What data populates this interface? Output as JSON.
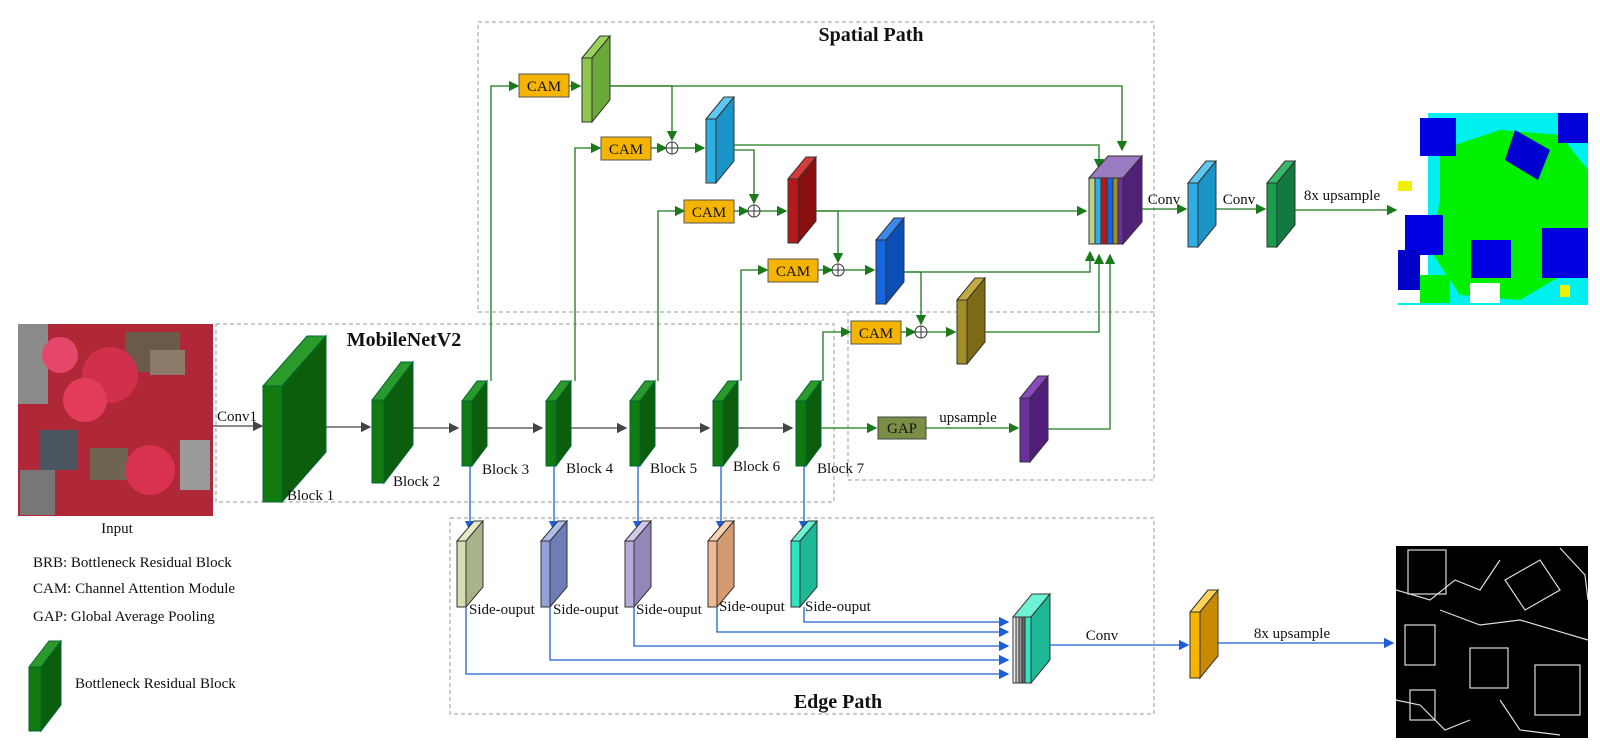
{
  "titles": {
    "spatial_path": "Spatial Path",
    "mobilenet": "MobileNetV2",
    "edge_path": "Edge Path"
  },
  "input": {
    "label": "Input"
  },
  "backbone": {
    "conv1": "Conv1",
    "blocks": [
      "Block 1",
      "Block 2",
      "Block 3",
      "Block 4",
      "Block 5",
      "Block 6",
      "Block 7"
    ]
  },
  "spatial": {
    "cam_label": "CAM",
    "gap_label": "GAP",
    "upsample_label": "upsample",
    "conv_label_1": "Conv",
    "conv_label_2": "Conv",
    "upsample_out": "8x upsample"
  },
  "edge": {
    "side_output": "Side-ouput",
    "conv_label": "Conv",
    "upsample_out": "8x upsample"
  },
  "legend": {
    "brb": "BRB: Bottleneck Residual Block",
    "cam": "CAM: Channel Attention Module",
    "gap": "GAP: Global Average Pooling",
    "block_icon_label": "Bottleneck Residual Block"
  },
  "colors": {
    "block_green": "#117a11",
    "arrow_green": "#1a7a1a",
    "arrow_blue": "#1f5fd6",
    "cam_fill": "#f5b400",
    "gap_fill": "#7a8f45"
  }
}
